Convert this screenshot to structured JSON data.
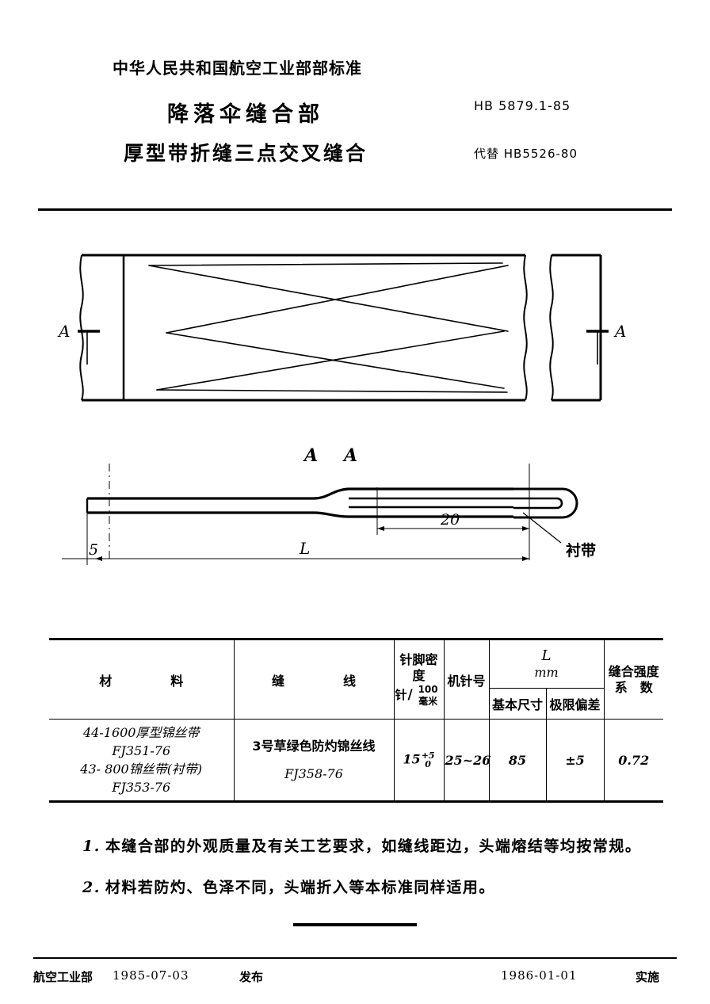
{
  "header": {
    "ministry_line": "中华人民共和国航空工业部部标准",
    "title_line1": "降落伞缝合部",
    "title_line2": "厚型带折缝三点交叉缝合",
    "standard_number": "HB 5879.1-85",
    "replaces": "代替 HB5526-80"
  },
  "drawing": {
    "section_mark_left": "A",
    "section_mark_right": "A",
    "section_view_label_a": "A",
    "section_view_label_b": "A",
    "dim_edge": "5",
    "dim_length": "L",
    "dim_fold": "20",
    "lining_label": "衬带"
  },
  "table": {
    "headers": {
      "material": "材　　料",
      "thread": "缝　　线",
      "stitch_density": "针脚密度",
      "stitch_density_unit_num": "针",
      "stitch_density_unit_slash": "/",
      "stitch_density_unit_den": "100毫米",
      "needle_no": "机针号",
      "length_symbol": "L",
      "length_unit": "mm",
      "basic_size": "基本尺寸",
      "limit_deviation": "极限偏差",
      "strength_line1": "缝合强度",
      "strength_line2": "系　数"
    },
    "row": {
      "material_line1": "44-1600厚型锦丝带",
      "material_line2": "FJ351-76",
      "material_line3": "43- 800锦丝带(衬带)",
      "material_line4": "FJ353-76",
      "thread_line1": "3号草绿色防灼锦丝线",
      "thread_line2": "FJ358-76",
      "stitch_density_value": "15",
      "stitch_density_tol_upper": "+5",
      "stitch_density_tol_lower": "0",
      "needle_no_value": "25~26",
      "basic_size_value": "85",
      "limit_deviation_value": "±5",
      "strength_factor_value": "0.72"
    }
  },
  "notes": [
    {
      "index": "1.",
      "text": "本缝合部的外观质量及有关工艺要求，如缝线距边，头端熔结等均按常规。"
    },
    {
      "index": "2.",
      "text": "材料若防灼、色泽不同，头端折入等本标准同样适用。"
    }
  ],
  "footer": {
    "issuer": "航空工业部",
    "issue_date": "1985-07-03",
    "publish_label": "发布",
    "effective_date": "1986-01-01",
    "implement_label": "实施"
  }
}
